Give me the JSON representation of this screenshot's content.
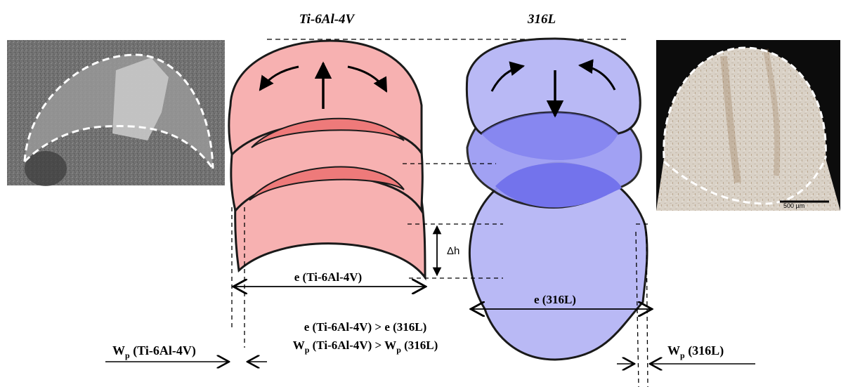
{
  "labels": {
    "title_ti": "Ti-6Al-4V",
    "title_316": "316L",
    "delta_h": "Δh",
    "e_ti": "e (Ti-6Al-4V)",
    "e_316": "e (316L)",
    "comparison_line1": "e (Ti-6Al-4V) > e (316L)",
    "comparison_line2_w": "W",
    "comparison_line2_p1": "p",
    "comparison_line2_mid": " (Ti-6Al-4V) > W",
    "comparison_line2_p2": "p",
    "comparison_line2_end": " (316L)",
    "wp_ti_w": "W",
    "wp_ti_p": "p",
    "wp_ti_rest": " (Ti-6Al-4V)",
    "wp_316_w": "W",
    "wp_316_p": "p",
    "wp_316_rest": " (316L)",
    "scale_bar": "500 µm"
  },
  "colors": {
    "ti_light": "#f7b1b1",
    "ti_dark": "#ee7a7a",
    "ss_light": "#b9b9f5",
    "ss_dark": "#7373ec",
    "outline": "#1a1a1a"
  },
  "icons": {
    "ti_micrograph": "grayscale-micrograph-image",
    "ss_micrograph": "light-micrograph-image"
  }
}
